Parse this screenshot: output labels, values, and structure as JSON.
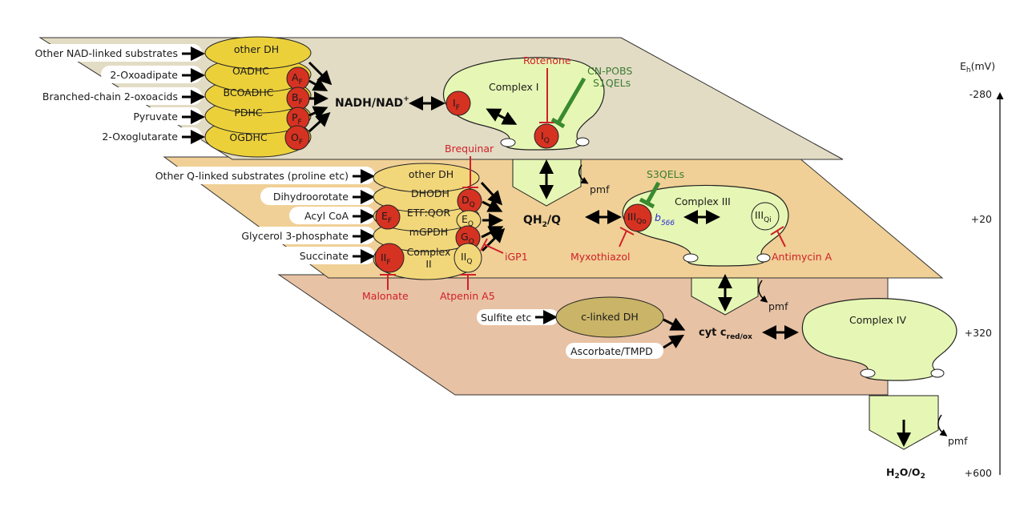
{
  "colors": {
    "plane_nadh": "#e3dcc5",
    "plane_q": "#f0d096",
    "plane_c": "#e8c2a4",
    "dh_yellow": "#ecd03a",
    "dh_yellow_pale": "#f2d77a",
    "site_red": "#d63222",
    "complex_green": "#e6f7b5",
    "c_linked_dh": "#c9b467",
    "inhibitor_red": "#d0202a",
    "inhibitor_green": "#3a8a30",
    "b566_blue": "#2a2ad8"
  },
  "axis": {
    "title": "E",
    "title_sub": "h",
    "unit": "(mV)",
    "ticks": [
      "-280",
      "+20",
      "+320",
      "+600"
    ]
  },
  "nad_plane": {
    "substrates": [
      "Other NAD-linked substrates",
      "2-Oxoadipate",
      "Branched-chain 2-oxoacids",
      "Pyruvate",
      "2-Oxoglutarate"
    ],
    "enzymes": [
      "other DH",
      "OADHC",
      "BCOADHC",
      "PDHC",
      "OGDHC"
    ],
    "sites": [
      {
        "main": "A",
        "sub": "F"
      },
      {
        "main": "B",
        "sub": "F"
      },
      {
        "main": "P",
        "sub": "F"
      },
      {
        "main": "O",
        "sub": "F"
      }
    ],
    "pool": {
      "main": "NADH/NAD",
      "sup": "+"
    },
    "complex": {
      "label": "Complex I",
      "site_f": {
        "main": "I",
        "sub": "F"
      },
      "site_q": {
        "main": "I",
        "sub": "Q"
      }
    },
    "inhibitors": {
      "rotenone": "Rotenone",
      "suppressor_line1": "CN-POBS",
      "suppressor_line2": "S1QELs"
    }
  },
  "q_plane": {
    "substrates": [
      "Other Q-linked substrates (proline etc)",
      "Dihydroorotate",
      "Acyl CoA",
      "Glycerol 3-phosphate",
      "Succinate"
    ],
    "enzymes": [
      "other DH",
      "DHODH",
      "ETF:QOR",
      "mGPDH",
      "Complex",
      "II"
    ],
    "sites": {
      "dq": {
        "main": "D",
        "sub": "Q"
      },
      "ef": {
        "main": "E",
        "sub": "F"
      },
      "eq": {
        "main": "E",
        "sub": "Q"
      },
      "gq": {
        "main": "G",
        "sub": "Q"
      },
      "iif": {
        "main": "II",
        "sub": "F"
      },
      "iiq": {
        "main": "II",
        "sub": "Q"
      }
    },
    "pool": {
      "main": "QH",
      "sub": "2",
      "rest": "/Q"
    },
    "complex": {
      "label": "Complex III",
      "site_qo": {
        "main": "III",
        "sub": "Qo"
      },
      "site_qi": {
        "main": "III",
        "sub": "Qi"
      },
      "b566": {
        "main": "b",
        "sub": "566"
      }
    },
    "inhibitors": {
      "brequinar": "Brequinar",
      "igp1": "iGP1",
      "malonate": "Malonate",
      "atpenin": "Atpenin A5",
      "myxothiazol": "Myxothiazol",
      "antimycin": "Antimycin A",
      "s3qels": "S3QELs"
    },
    "pmf": "pmf"
  },
  "c_plane": {
    "substrates": [
      "Sulfite etc",
      "Ascorbate/TMPD"
    ],
    "enzyme": "c-linked DH",
    "pool": {
      "main": "cyt c",
      "sub": "red/ox"
    },
    "complex": {
      "label": "Complex IV"
    },
    "pmf": "pmf"
  },
  "o2": {
    "pool": {
      "a": "H",
      "s1": "2",
      "b": "O/O",
      "s2": "2"
    },
    "pmf": "pmf"
  }
}
